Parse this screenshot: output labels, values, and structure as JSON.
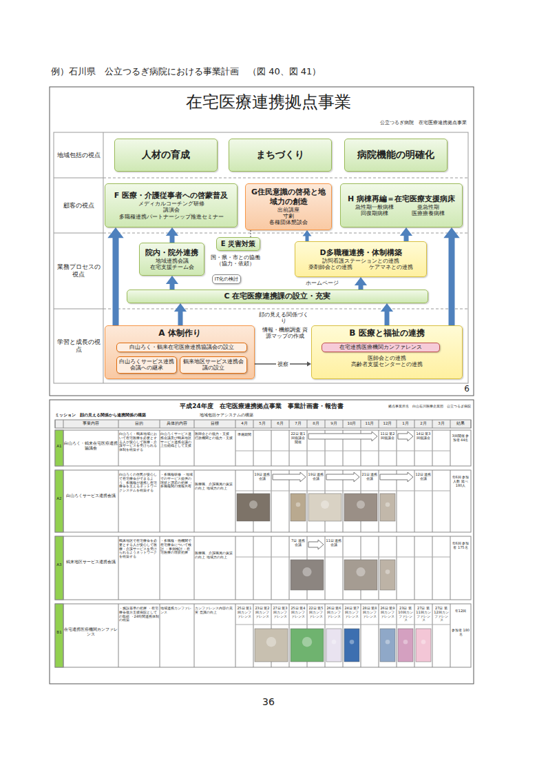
{
  "diagram": {
    "title": "例）石川県　公立つるぎ病院における事業計画　（図 40、図 41）",
    "nodes": [
      {
        "text": [
          "地域包括の視点"
        ]
      },
      {
        "text": [
          "人材の育成"
        ],
        "in": 0
      },
      {
        "text": [
          "まちづくり"
        ],
        "in": 0
      },
      {
        "text": [
          "病院機能の明確化"
        ],
        "in": 0
      },
      {
        "text": [
          "顧客の視点"
        ]
      },
      {
        "text": [
          "F 医療・介護従事者への啓蒙普及",
          "メディカルコーチング研修",
          "講演会",
          "多職種連携パートナーシップ推進セミナー"
        ],
        "in": 4
      },
      {
        "text": [
          "G住民意識の啓発と地域力の創造",
          "出前講座",
          "寸劇",
          "各種団体懇談会"
        ],
        "in": 4
      },
      {
        "text": [
          "H 病棟再編＝在宅医療支援病床",
          "急性期一般病棟",
          "亜急性期",
          "回復期病棟",
          "医療療養病棟"
        ],
        "in": 4
      },
      {
        "text": [
          "業務プロセスの視点"
        ]
      },
      {
        "text": [
          "院内・院外連携",
          "地域連携会議",
          "在宅支援チーム会"
        ],
        "in": 8
      },
      {
        "text": [
          "E 災害対策"
        ],
        "in": 8
      },
      {
        "text": [
          "IT化の検討"
        ],
        "in": 8
      },
      {
        "text": [
          "D多職種連携・体制構築",
          "訪問看護ステーションとの連携",
          "薬剤師会との連携",
          "ケアマネとの連携"
        ],
        "in": 8
      },
      {
        "text": [
          "C 在宅医療連携課の設立・充実"
        ],
        "in": 8
      },
      {
        "text": [
          "学習と成長の視点"
        ]
      },
      {
        "text": [
          "A 体制作り"
        ],
        "in": 14
      },
      {
        "text": [
          "白山ろく・鶴来在宅医療連携協議会の設立"
        ],
        "in": 15
      },
      {
        "text": [
          "白山ろくサービス連携会議への継承"
        ],
        "in": 15
      },
      {
        "text": [
          "鶴来地区サービス連携会議の設立"
        ],
        "in": 15
      },
      {
        "text": [
          "B 医療と福祉の連携",
          "医師会との連携",
          "高齢者支援センターとの連携"
        ],
        "in": 14
      },
      {
        "text": [
          "在宅連携医療機関カンファレンス"
        ],
        "in": 19
      }
    ],
    "edges": [
      {
        "from": 15,
        "to": 13,
        "arrow": "to"
      },
      {
        "from": 19,
        "to": 13,
        "arrow": "to"
      },
      {
        "from": 13,
        "to": 9,
        "arrow": "to"
      },
      {
        "from": 13,
        "to": 12,
        "arrow": "to"
      },
      {
        "from": 9,
        "to": 5,
        "arrow": "to"
      },
      {
        "from": 12,
        "to": 7,
        "arrow": "to"
      },
      {
        "from": 15,
        "to": 5,
        "arrow": "to"
      },
      {
        "from": 19,
        "to": 7,
        "arrow": "to"
      },
      {
        "from": 12,
        "to": 6,
        "arrow": "to"
      },
      {
        "from": 10,
        "to": 6,
        "arrow": "none"
      },
      {
        "from": 15,
        "to": 19,
        "label": "視察",
        "arrow": "to"
      }
    ],
    "labels": [
      "在宅医療連携拠点事業",
      "公立つるぎ病院　在宅医療連携拠点事業",
      "国・県・市との協働（協力・依頼）",
      "ホームページ",
      "顔の見える関係づくり",
      "情報・機能調査 資源マップの作成",
      "6",
      "平成24年度　在宅医療連携拠点事業　事業計画書・報告書",
      "拠点事業所名　白山石川医療企業団　公立つるぎ病院",
      "ミッション　顔の見える関係から連携関係の構築",
      "地域包括ケアシステムの構築",
      "事業内容",
      "目的",
      "具体的内容",
      "目標",
      "4月",
      "5月",
      "6月",
      "7月",
      "8月",
      "9月",
      "10月",
      "11月",
      "12月",
      "1月",
      "2月",
      "3月",
      "結果",
      "A1",
      "白山ろく・鶴来在宅医療連携協議会",
      "白山ろく・鶴来地域において在宅医療を必要とする人が安心して医療・介護サービスを受けられる体制を構築する",
      "白山ろくサービス連携会議及び鶴来地区サービス連携会議の上位組織として支援",
      "医師会との協力・支援　行政機関との協力・支援",
      "準備期間",
      "22日 第1回協議会開催",
      "11日 第2回協議会",
      "14日 第3回協議会",
      "3回開催 参加者 44名",
      "A2",
      "白山ろくサービス連携会議",
      "白山ろくの住民が安心して在宅療養ができるよう、多職種が連携し在宅療養を支えるネットワークシステムを構築する",
      "・多職種研修 ・地域でのサービス提供の現状と課題の把握 ・多職種間の情報共有",
      "医療職、介護職員の資質の向上 地域力の向上",
      "19日 連携会議",
      "19日 連携会議",
      "21日 連携会議",
      "12日 連携会議",
      "年6回 参加人数 延べ180人",
      "A3",
      "鶴来地区サービス連携会議",
      "鶴来地区で在宅療養を必要とする人が安心して医療・介護サービスを受けられるようネットワークを構築する",
      "・多職種・他機関で在宅療養について検討 ・事例検討 ・在宅医療の現状把握",
      "医療職、介護職員の資質の向上 地域力の向上",
      "7日 連携会議",
      "11日 連携会議",
      "年6回 参加者 175名",
      "B1",
      "在宅連携医療機関カンファレンス",
      "・施設基準の把握 ・在宅療養後方支援病院としての取組 ・24時間連携体制の構築",
      "地域連携カンファレンス",
      "カンファレンス内容の充実 意識の向上",
      "25日 第1回カンファレンス",
      "23日 第2回カンファレンス",
      "27日 第3回カンファレンス",
      "25日 第4回カンファレンス",
      "22日 第5回カンファレンス",
      "26日 第6回カンファレンス",
      "24日 第7回カンファレンス",
      "28日 第8回カンファレンス",
      "26日 第9回カンファレンス",
      "23日 第10回カンファレンス",
      "27日 第11回カンファレンス",
      "27日 第12回カンファレンス",
      "年12回",
      "参加者 180名",
      "36"
    ]
  }
}
